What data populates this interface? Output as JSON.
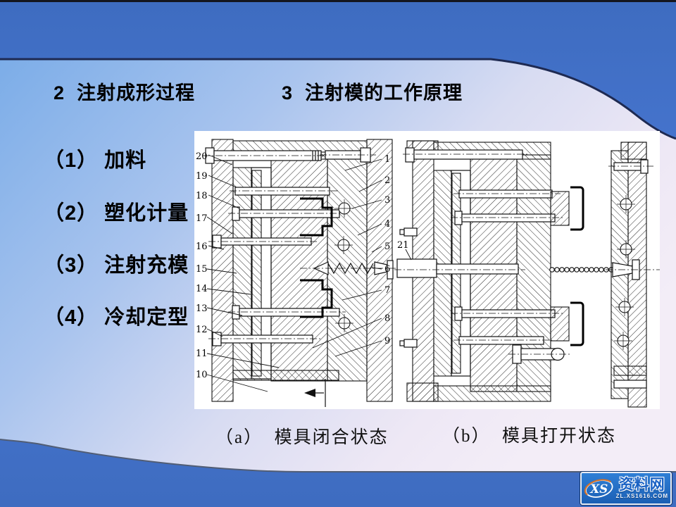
{
  "slide": {
    "heading_left": "2  注射成形过程",
    "heading_right": "3  注射模的工作原理",
    "steps": [
      "（1） 加料",
      "（2） 塑化计量",
      "（3） 注射充模",
      "（4） 冷却定型"
    ],
    "caption_a": "（a）  模具闭合状态",
    "caption_b": "（b）  模具打开状态",
    "figure": {
      "labels_left": [
        "20",
        "19",
        "18",
        "17",
        "16",
        "15",
        "14",
        "13",
        "12",
        "11",
        "10"
      ],
      "labels_right": [
        "1",
        "2",
        "3",
        "4",
        "5",
        "6",
        "7",
        "8",
        "9"
      ],
      "label_open": "21"
    },
    "colors": {
      "band_blue": "#4677d2",
      "edge_navy": "#1e2a52",
      "panel_light_blue": "#7cade8",
      "panel_lavender": "#f3edf7",
      "logo_blue": "#1b5fb4",
      "logo_orange": "#d4722a"
    }
  },
  "watermark": {
    "initials": "XS",
    "name": "资料网",
    "domain": "ZL.XS1616.COM"
  }
}
